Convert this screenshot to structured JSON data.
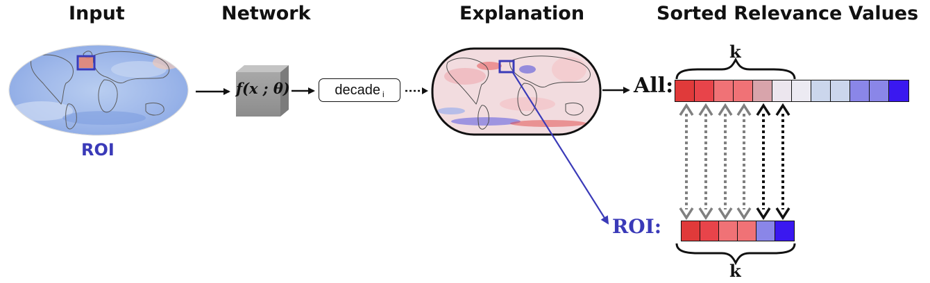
{
  "headers": {
    "input": "Input",
    "network": "Network",
    "explanation": "Explanation",
    "sorted": "Sorted Relevance Values"
  },
  "labels": {
    "roi_input": "ROI",
    "function": "f(x ; θ)",
    "decade": "decade",
    "decade_sub": "i",
    "all": "All:",
    "roi": "ROI:",
    "k_top": "k",
    "k_bottom": "k"
  },
  "colors": {
    "roi_blue": "#3a3ab8",
    "all_cells": [
      "#e03a3a",
      "#e8444a",
      "#f07276",
      "#f07276",
      "#d8a4ab",
      "#ece6ee",
      "#eceaf2",
      "#cbd6ec",
      "#cbd6ec",
      "#8a86e8",
      "#8a86e8",
      "#3a18f0"
    ],
    "roi_cells": [
      "#e03a3a",
      "#e8444a",
      "#f07276",
      "#f07276",
      "#8a86e8",
      "#3a18f0"
    ]
  },
  "arrows": {
    "count": 6,
    "styles": [
      "gray",
      "gray",
      "gray",
      "gray",
      "black",
      "black"
    ]
  }
}
